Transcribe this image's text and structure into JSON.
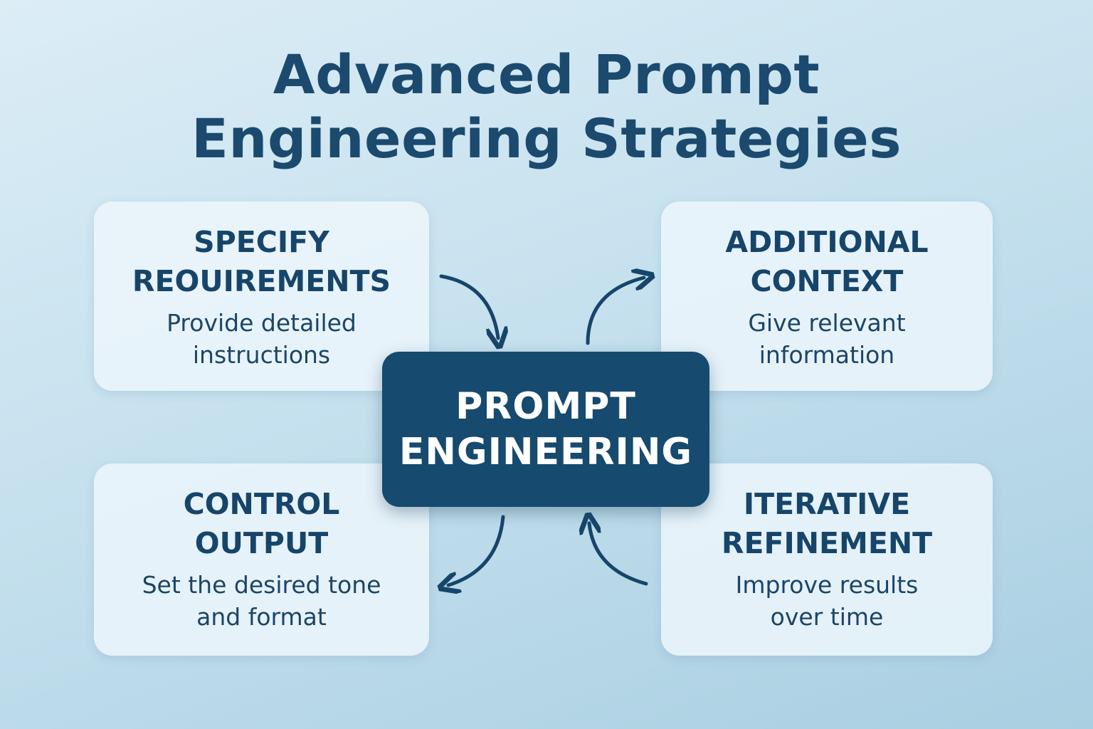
{
  "title": {
    "line1": "Advanced Prompt",
    "line2": "Engineering Strategies"
  },
  "center": {
    "line1": "PROMPT",
    "line2": "ENGINEERING"
  },
  "cards": [
    {
      "heading1": "SPECIFY",
      "heading2": "REOUIREMENTS",
      "desc1": "Provide detailed",
      "desc2": "instructions"
    },
    {
      "heading1": "ADDITIONAL",
      "heading2": "CONTEXT",
      "desc1": "Give relevant",
      "desc2": "information"
    },
    {
      "heading1": "CONTROL",
      "heading2": "OUTPUT",
      "desc1": "Set the desired tone",
      "desc2": "and format"
    },
    {
      "heading1": "ITERATIVE",
      "heading2": "REFINEMENT",
      "desc1": "Improve results",
      "desc2": "over time"
    }
  ],
  "colors": {
    "primary": "#164a6e",
    "card": "#ecf6fb"
  }
}
